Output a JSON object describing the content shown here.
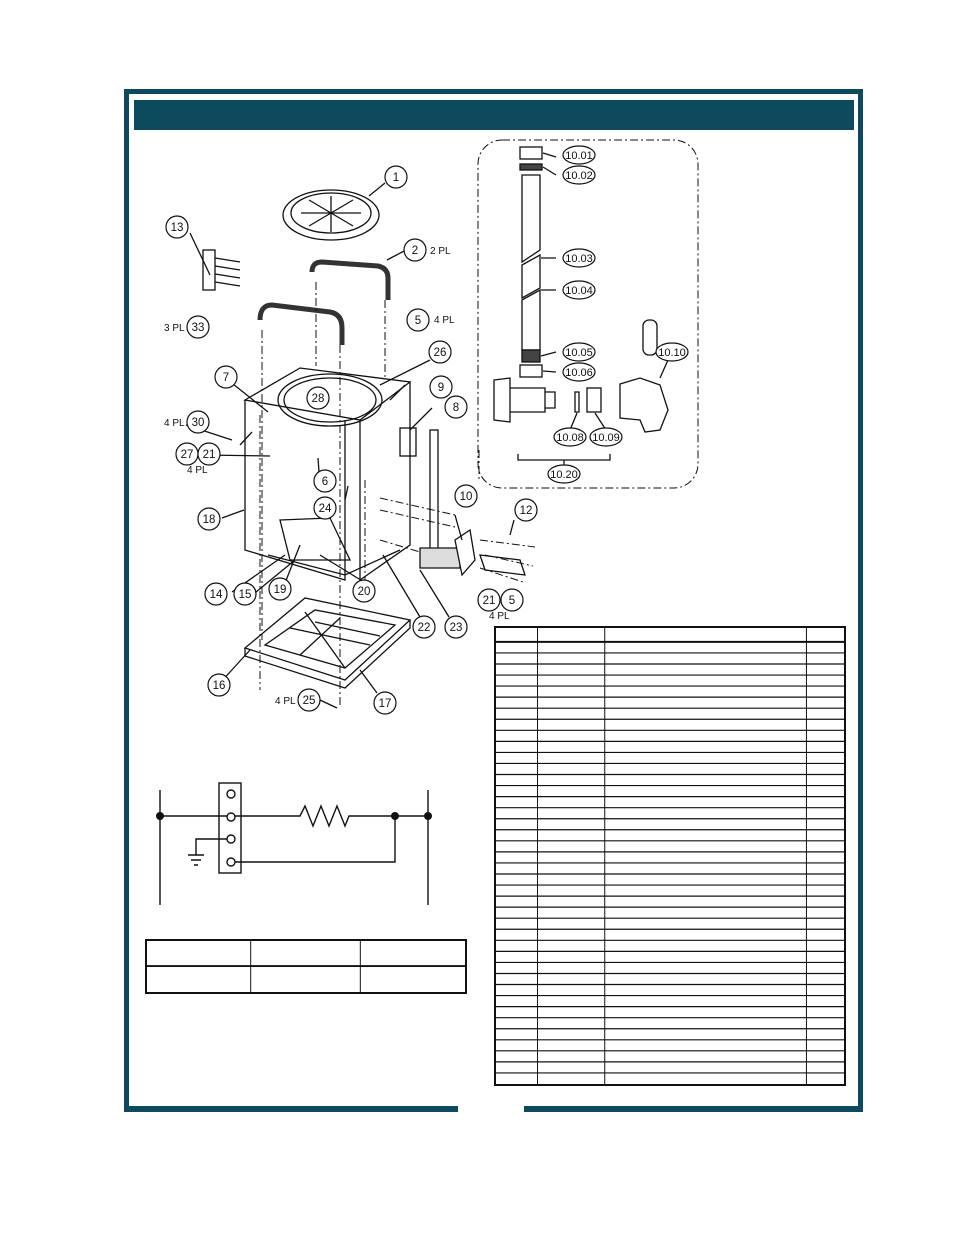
{
  "header": {
    "title": ""
  },
  "callouts": {
    "c1": "1",
    "c2": "2",
    "c2pl": "2 PL",
    "c13": "13",
    "c5a": "5",
    "c5apl": "4 PL",
    "c3pl": "3 PL",
    "c33": "33",
    "c26": "26",
    "c7": "7",
    "c9": "9",
    "c8": "8",
    "c28": "28",
    "c4pl": "4 PL",
    "c30": "30",
    "c27": "27",
    "c21a": "21",
    "c4plb": "4 PL",
    "c6": "6",
    "c24": "24",
    "c18": "18",
    "c10": "10",
    "c12": "12",
    "c14": "14",
    "c15": "15",
    "c19": "19",
    "c20": "20",
    "c22": "22",
    "c23": "23",
    "c21b": "21",
    "c5b": "5",
    "c4plc": "4 PL",
    "c16": "16",
    "c4pld": "4 PL",
    "c25": "25",
    "c17": "17"
  },
  "faucet_callouts": {
    "f1001": "10.01",
    "f1002": "10.02",
    "f1003": "10.03",
    "f1004": "10.04",
    "f1005": "10.05",
    "f1006": "10.06",
    "f1008": "10.08",
    "f1009": "10.09",
    "f1010": "10.10",
    "f1020": "10.20"
  },
  "parts_table": {
    "rows": 40
  },
  "spec_table": {
    "columns": 3,
    "rows": 2
  },
  "colors": {
    "accent": "#0d4a5e",
    "line": "#111111"
  }
}
